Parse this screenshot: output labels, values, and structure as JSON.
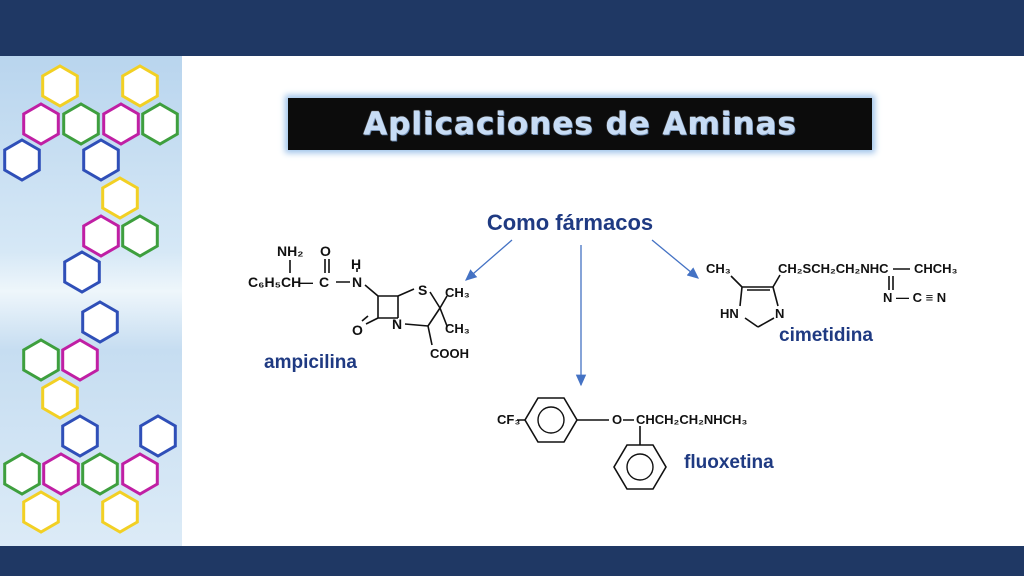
{
  "slide": {
    "title": "Aplicaciones de Aminas",
    "subtitle": "Como fármacos"
  },
  "drugs": [
    {
      "name": "ampicilina"
    },
    {
      "name": "cimetidina"
    },
    {
      "name": "fluoxetina"
    }
  ],
  "formula_text": {
    "amp_nh2": "NH₂",
    "amp_o": "O",
    "amp_h": "H",
    "amp_c6h5": "C₆H₅CH",
    "amp_dash": "—",
    "amp_c": "C",
    "amp_n": "N",
    "amp_s": "S",
    "amp_ch3a": "CH₃",
    "amp_ch3b": "CH₃",
    "amp_n2": "N",
    "amp_o2": "O",
    "amp_cooh": "COOH",
    "cim_ch3": "CH₃",
    "cim_chain": "CH₂SCH₂CH₂NHC",
    "cim_chch3": "CHCH₃",
    "cim_n_cn": "N — C ≡ N",
    "cim_hn": "HN",
    "cim_n": "N",
    "flx_cf3": "CF₃",
    "flx_o": "O",
    "flx_chain": "CHCH₂CH₂NHCH₃"
  },
  "colors": {
    "bar": "#1f3864",
    "label": "#1f3a82",
    "arrow": "#4472c4",
    "hex_yellow": "#f2d024",
    "hex_magenta": "#c01fa4",
    "hex_green": "#3e9f3e",
    "hex_blue": "#2f4fb8"
  }
}
